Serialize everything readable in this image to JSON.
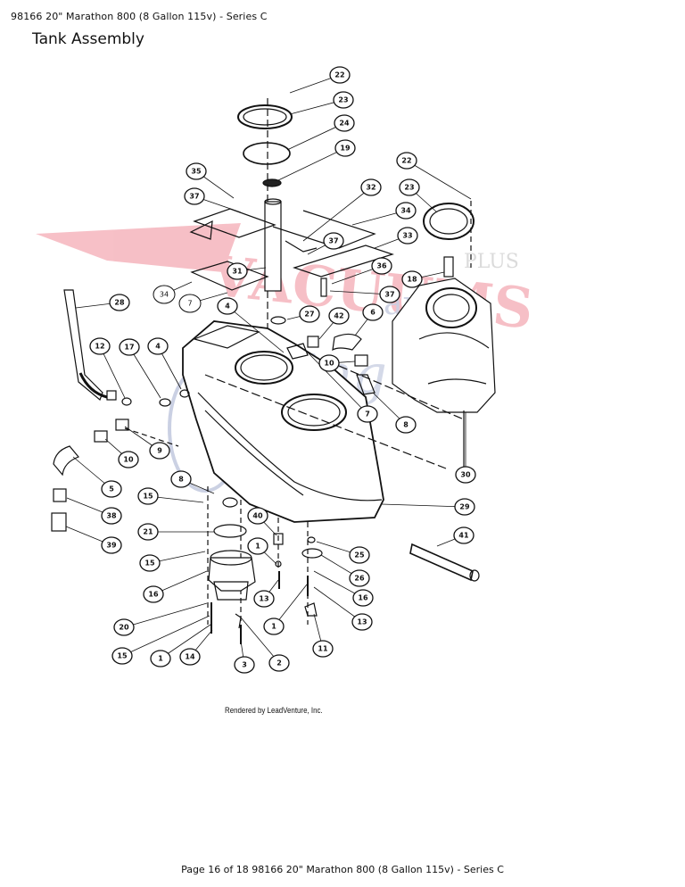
{
  "header": {
    "text": "98166 20\" Marathon 800 (8 Gallon 115v) - Series C"
  },
  "page_title": "Tank Assembly",
  "rendered_by": "Rendered by LeadVenture, Inc.",
  "footer": {
    "text": "Page 16 of 18 98166 20\" Marathon 800 (8 Gallon 115v) - Series C"
  },
  "watermark": {
    "text": "Vacuums Plus and Sewing too",
    "color": "#e84a5f"
  },
  "callouts": {
    "c22a": "22",
    "c23a": "23",
    "c24": "24",
    "c19": "19",
    "c22b": "22",
    "c23b": "23",
    "c35": "35",
    "c37a": "37",
    "c32": "32",
    "c34a": "34",
    "c37b": "37",
    "c33": "33",
    "c31": "31",
    "c36": "36",
    "c37c": "37",
    "c18": "18",
    "c34b": "34",
    "c7a": "7",
    "c4a": "4",
    "c27": "27",
    "c42": "42",
    "c6": "6",
    "c28": "28",
    "c12": "12",
    "c17": "17",
    "c4b": "4",
    "c10a": "10",
    "c7b": "7",
    "c8a": "8",
    "c10b": "10",
    "c9": "9",
    "c5": "5",
    "c30": "30",
    "c8b": "8",
    "c15a": "15",
    "c29": "29",
    "c38": "38",
    "c40": "40",
    "c21": "21",
    "c41": "41",
    "c39": "39",
    "c15b": "15",
    "c1a": "1",
    "c25": "25",
    "c26": "26",
    "c16a": "16",
    "c13a": "13",
    "c16b": "16",
    "c20": "20",
    "c1b": "1",
    "c13b": "13",
    "c15c": "15",
    "c1c": "1",
    "c14": "14",
    "c3": "3",
    "c2": "2",
    "c11": "11"
  },
  "colors": {
    "ink": "#111111",
    "watermark": "#e84a5f",
    "watermark_alt": "#6a7bb0"
  }
}
